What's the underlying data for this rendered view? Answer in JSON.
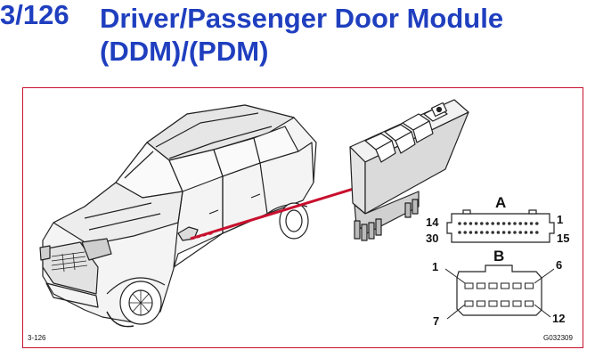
{
  "header": {
    "number": "3/126",
    "title_line1": "Driver/Passenger Door Module",
    "title_line2": "(DDM)/(PDM)"
  },
  "connector_a": {
    "label": "A",
    "pin_tl": "14",
    "pin_tr": "1",
    "pin_bl": "30",
    "pin_br": "15"
  },
  "connector_b": {
    "label": "B",
    "pin_tl": "1",
    "pin_tr": "6",
    "pin_bl": "7",
    "pin_br": "12"
  },
  "footer": {
    "left_code": "3-126",
    "right_code": "G032309"
  },
  "colors": {
    "title": "#1f3fbf",
    "frame": "#c8102e",
    "leader_line": "#c8102e"
  }
}
